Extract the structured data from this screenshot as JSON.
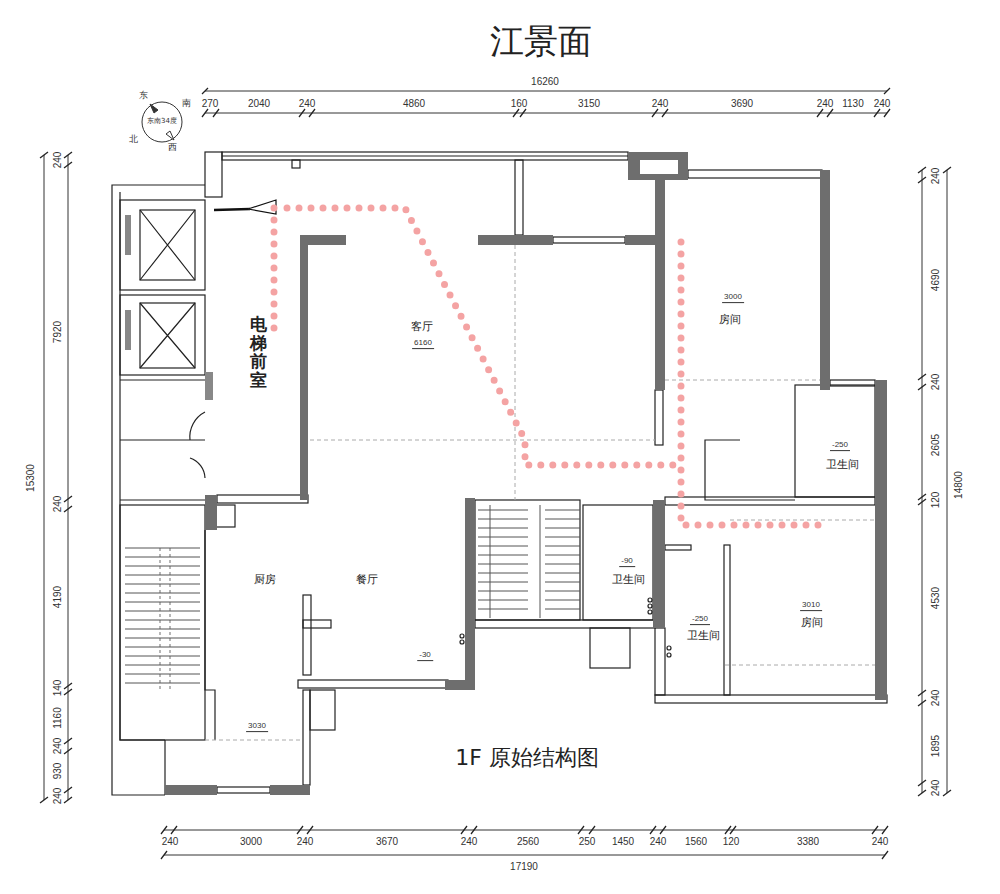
{
  "diagram": {
    "title": "江景面",
    "caption": "1F 原始结构图",
    "labels": [
      "东",
      "南",
      "北",
      "西",
      "东南34度",
      "16260",
      "270",
      "2040",
      "240",
      "4860",
      "160",
      "3150",
      "240",
      "3690",
      "240",
      "1130",
      "240",
      "15300",
      "240",
      "7920",
      "240",
      "4190",
      "140",
      "1160",
      "240",
      "930",
      "240",
      "240",
      "4690",
      "240",
      "2605",
      "120",
      "4530",
      "240",
      "1895",
      "240",
      "14800",
      "电梯前室",
      "客厅",
      "6160",
      "3000",
      "房间",
      "-250",
      "卫生间",
      "厨房",
      "餐厅",
      "-90",
      "卫生间",
      "-250",
      "卫生间",
      "3010",
      "房间",
      "-30",
      "3030",
      "240",
      "3000",
      "240",
      "3670",
      "240",
      "2560",
      "250",
      "1450",
      "240",
      "1560",
      "120",
      "3380",
      "240",
      "17190"
    ]
  }
}
